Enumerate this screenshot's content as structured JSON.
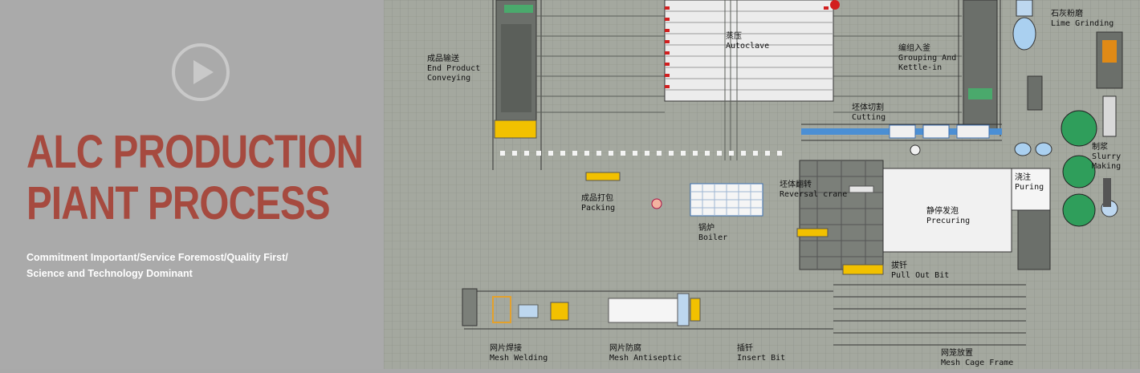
{
  "banner": {
    "title_line1": "ALC PRODUCTION",
    "title_line2": "PIANT PROCESS",
    "subtitle_line1": "Commitment Important/Service Foremost/Quality First/",
    "subtitle_line2": "Science and Technology Dominant",
    "play_icon": "play-icon",
    "title_color": "#a64a3f",
    "background_color": "#aaaaaa"
  },
  "process": {
    "lime_grinding": {
      "zh": "石灰粉磨",
      "en": "Lime Grinding"
    },
    "autoclave": {
      "zh": "蒸压",
      "en": "Autoclave"
    },
    "grouping": {
      "zh": "编组入釜",
      "en": "Grouping And",
      "en2": "Kettle-in"
    },
    "end_product": {
      "zh": "成品输送",
      "en": "End Product",
      "en2": "Conveying"
    },
    "cutting": {
      "zh": "坯体切割",
      "en": "Cutting"
    },
    "slurry": {
      "zh": "制浆",
      "en": "Slurry",
      "en2": "Making"
    },
    "puring": {
      "zh": "浇注",
      "en": "Puring"
    },
    "reversal": {
      "zh": "坯体翻转",
      "en": "Reversal crane"
    },
    "packing": {
      "zh": "成品打包",
      "en": "Packing"
    },
    "precuring": {
      "zh": "静停发泡",
      "en": "Precuring"
    },
    "boiler": {
      "zh": "锅炉",
      "en": "Boiler"
    },
    "pull_out": {
      "zh": "拔钎",
      "en": "Pull Out Bit"
    },
    "mesh_welding": {
      "zh": "网片焊接",
      "en": "Mesh Welding"
    },
    "mesh_antiseptic": {
      "zh": "网片防腐",
      "en": "Mesh Antiseptic"
    },
    "insert_bit": {
      "zh": "插钎",
      "en": "Insert Bit"
    },
    "mesh_cage": {
      "zh": "网笼放置",
      "en": "Mesh Cage Frame"
    }
  }
}
